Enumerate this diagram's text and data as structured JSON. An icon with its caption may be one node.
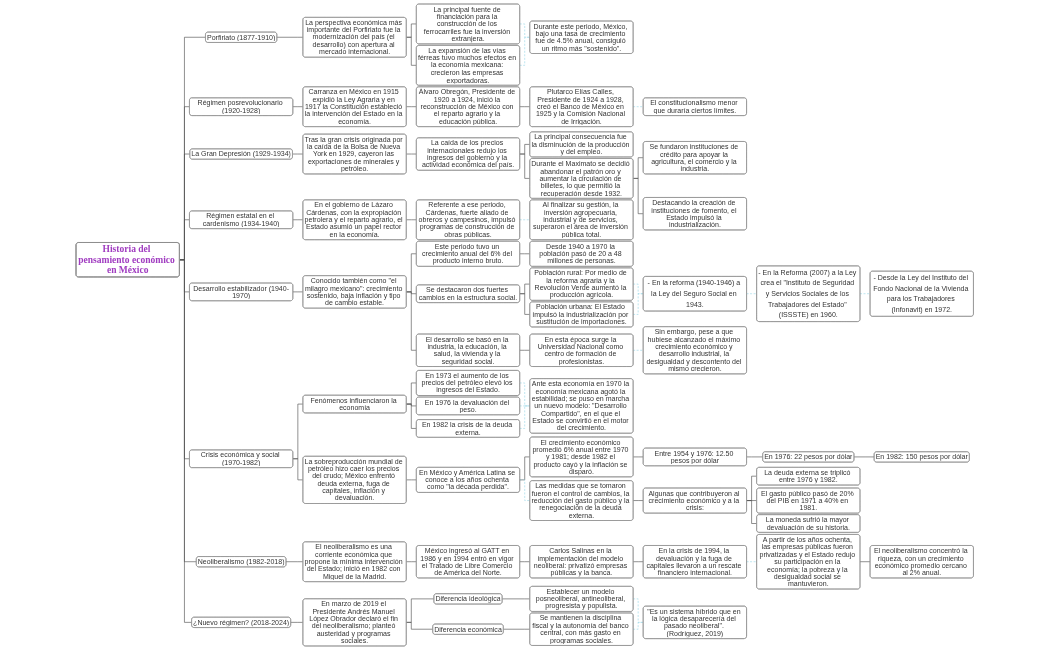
{
  "diagram": {
    "nodes": [
      {
        "text": [
          "Historia del pensamiento económico en México"
        ]
      },
      {
        "text": [
          "Porfiriato (1877-1910)"
        ]
      },
      {
        "text": [
          "La perspectiva económica más importante del Porfiriato fue la modernización del país (el desarrollo) con apertura al mercado internacional."
        ]
      },
      {
        "text": [
          "La principal fuente de financiación para la construcción de los ferrocarriles fue la inversión extranjera."
        ]
      },
      {
        "text": [
          "La expansión de las vías férreas tuvo muchos efectos en la economía mexicana: crecieron las empresas exportadoras."
        ]
      },
      {
        "text": [
          "Durante este periodo, México, bajo una tasa de crecimiento fue de 4.5% anual, consiguió un ritmo más \"sostenido\"."
        ]
      },
      {
        "text": [
          "Régimen posrevolucionario (1920-1928)"
        ]
      },
      {
        "text": [
          "Carranza en México en 1915 expidió la Ley Agraria y en 1917 la Constitución estableció la intervención del Estado en la economía."
        ]
      },
      {
        "text": [
          "Álvaro Obregón, Presidente de 1920 a 1924, inició la reconstrucción de México con el reparto agrario y la educación pública."
        ]
      },
      {
        "text": [
          "Plutarco Elías Calles, Presidente de 1924 a 1928, creó el Banco de México en 1925 y la Comisión Nacional de Irrigación."
        ]
      },
      {
        "text": [
          "El constitucionalismo menor que duraría ciertos límites."
        ]
      },
      {
        "text": [
          "La Gran Depresión (1929-1934)"
        ]
      },
      {
        "text": [
          "Tras la gran crisis originada por la caída de la Bolsa de Nueva York en 1929, cayeron las exportaciones de minerales y petróleo."
        ]
      },
      {
        "text": [
          "La caída de los precios internacionales redujo los ingresos del gobierno y la actividad económica del país."
        ]
      },
      {
        "text": [
          "La principal consecuencia fue la disminución de la producción y del empleo."
        ]
      },
      {
        "text": [
          "Durante el Maximato se decidió abandonar el patrón oro y aumentar la circulación de billetes, lo que permitió la recuperación desde 1932."
        ]
      },
      {
        "text": [
          "Se fundaron instituciones de crédito para apoyar la agricultura, el comercio y la industria."
        ]
      },
      {
        "text": [
          "Destacando la creación de instituciones de fomento, el Estado impulsó la industrialización."
        ]
      },
      {
        "text": [
          "Régimen estatal en el cardenismo (1934-1940)"
        ]
      },
      {
        "text": [
          "En el gobierno de Lázaro Cárdenas, con la expropiación petrolera y el reparto agrario, el Estado asumió un papel rector en la economía."
        ]
      },
      {
        "text": [
          "Referente a ese periodo, Cárdenas, fuerte aliado de obreros y campesinos, impulsó programas de construcción de obras públicas."
        ]
      },
      {
        "text": [
          "Al finalizar su gestión, la inversión agropecuaria, industrial y de servicios, superaron el área de inversión pública total."
        ]
      },
      {
        "text": [
          "Desarrollo estabilizador (1940-1970)"
        ]
      },
      {
        "text": [
          "Conocido también como \"el milagro mexicano\": crecimiento sostenido, baja inflación y tipo de cambio estable."
        ]
      },
      {
        "text": [
          "Este periodo tuvo un crecimiento anual del 6% del producto interno bruto."
        ]
      },
      {
        "text": [
          "Desde 1940 a 1970 la población pasó de 20 a 48 millones de personas."
        ]
      },
      {
        "text": [
          "Se destacaron dos fuertes cambios en la estructura social."
        ]
      },
      {
        "text": [
          "Población rural: Por medio de la reforma agraria y la Revolución Verde aumentó la producción agrícola."
        ]
      },
      {
        "text": [
          "Población urbana: El Estado impulsó la industrialización por sustitución de importaciones."
        ]
      },
      {
        "text": [
          "El desarrollo se basó en la industria, la educación, la salud, la vivienda y la seguridad social."
        ]
      },
      {
        "text": [
          "En esta época surge la Universidad Nacional como centro de formación de profesionistas."
        ]
      },
      {
        "text": [
          "Sin embargo, pese a que hubiese alcanzado el máximo crecimiento económico y desarrollo industrial, la desigualdad y descontento del mismo crecieron."
        ]
      },
      {
        "text": [
          "- En la reforma (1940-1946) a la Ley del Seguro Social en 1943."
        ]
      },
      {
        "text": [
          "- En la Reforma (2007) a la Ley crea el \"Instituto de Seguridad y Servicios Sociales de los Trabajadores del Estado\" (ISSSTE) en 1960."
        ]
      },
      {
        "text": [
          "- Desde la Ley del Instituto del Fondo Nacional de la Vivienda para los Trabajadores (Infonavit) en 1972."
        ]
      },
      {
        "text": [
          "Crisis económica y social (1970-1982)"
        ]
      },
      {
        "text": [
          "Fenómenos influenciaron la economía"
        ]
      },
      {
        "text": [
          "En 1973 el aumento de los precios del petróleo elevó los ingresos del Estado."
        ]
      },
      {
        "text": [
          "En 1976 la devaluación del peso."
        ]
      },
      {
        "text": [
          "En 1982 la crisis de la deuda externa."
        ]
      },
      {
        "text": [
          "La sobreproducción mundial de petróleo hizo caer los precios del crudo; México enfrentó deuda externa, fuga de capitales, inflación y devaluación."
        ]
      },
      {
        "text": [
          "En México y América Latina se conoce a los años ochenta como \"la década perdida\"."
        ]
      },
      {
        "text": [
          "El crecimiento económico promedió 6% anual entre 1970 y 1981; desde 1982 el producto cayó y la inflación se disparó."
        ]
      },
      {
        "text": [
          "Entre 1954 y 1976: 12.50 pesos por dólar"
        ]
      },
      {
        "text": [
          "En 1976: 22 pesos por dólar"
        ]
      },
      {
        "text": [
          "En 1982: 150 pesos por dólar"
        ]
      },
      {
        "text": [
          "Ante esta economía en 1970 la economía mexicana agotó la estabilidad; se puso en marcha un nuevo modelo: \"Desarrollo Compartido\", en el que el Estado se convirtió en el motor del crecimiento."
        ]
      },
      {
        "text": [
          "Las medidas que se tomaron fueron el control de cambios, la reducción del gasto público y la renegociación de la deuda externa."
        ]
      },
      {
        "text": [
          "Algunas que contribuyeron al crecimiento económico y a la crisis:"
        ]
      },
      {
        "text": [
          "La deuda externa se triplicó entre 1976 y 1982."
        ]
      },
      {
        "text": [
          "El gasto público pasó de 20% del PIB en 1971 a 40% en 1981."
        ]
      },
      {
        "text": [
          "La moneda sufrió la mayor devaluación de su historia."
        ]
      },
      {
        "text": [
          "Neoliberalismo (1982-2018)"
        ]
      },
      {
        "text": [
          "El neoliberalismo es una corriente económica que propone la mínima intervención del Estado; inició en 1982 con Miguel de la Madrid."
        ]
      },
      {
        "text": [
          "México ingresó al GATT en 1986 y en 1994 entró en vigor el Tratado de Libre Comercio de América del Norte."
        ]
      },
      {
        "text": [
          "Carlos Salinas en la implementación del modelo neoliberal: privatizó empresas públicas y la banca."
        ]
      },
      {
        "text": [
          "En la crisis de 1994, la devaluación y la fuga de capitales llevaron a un rescate financiero internacional."
        ]
      },
      {
        "text": [
          "A partir de los años ochenta, las empresas públicas fueron privatizadas y el Estado redujo su participación en la economía; la pobreza y la desigualdad social se mantuvieron."
        ]
      },
      {
        "text": [
          "El neoliberalismo concentró la riqueza, con un crecimiento económico promedio cercano al 2% anual."
        ]
      },
      {
        "text": [
          "¿Nuevo régimen? (2018-2024)"
        ]
      },
      {
        "text": [
          "En marzo de 2019 el Presidente Andrés Manuel López Obrador declaró el fin del neoliberalismo; planteó austeridad y programas sociales."
        ]
      },
      {
        "text": [
          "Diferencia ideológica"
        ]
      },
      {
        "text": [
          "Diferencia económica"
        ]
      },
      {
        "text": [
          "Establecer un modelo posneoliberal, antineoliberal, progresista y populista."
        ]
      },
      {
        "text": [
          "Se mantienen la disciplina fiscal y la autonomía del banco central, con más gasto en programas sociales."
        ]
      },
      {
        "text": [
          "\"Es un sistema híbrido que en la lógica desaparecería del pasado neoliberal\". (Rodríguez, 2019)"
        ]
      }
    ],
    "edges": [
      {
        "from": 0,
        "to": 1,
        "arrow": "none"
      },
      {
        "from": 1,
        "to": 2,
        "arrow": "none"
      },
      {
        "from": 2,
        "to": 3,
        "arrow": "none"
      },
      {
        "from": 2,
        "to": 4,
        "arrow": "none"
      },
      {
        "from": 3,
        "to": 5,
        "arrow": "none",
        "style": "dashed",
        "color": "#9ad7e8"
      },
      {
        "from": 4,
        "to": 5,
        "arrow": "none",
        "style": "dashed",
        "color": "#9ad7e8"
      },
      {
        "from": 0,
        "to": 6,
        "arrow": "none"
      },
      {
        "from": 6,
        "to": 7,
        "arrow": "none"
      },
      {
        "from": 7,
        "to": 8,
        "arrow": "none"
      },
      {
        "from": 8,
        "to": 9,
        "arrow": "none"
      },
      {
        "from": 9,
        "to": 10,
        "arrow": "none",
        "style": "dashed",
        "color": "#9ad7e8"
      },
      {
        "from": 0,
        "to": 11,
        "arrow": "none"
      },
      {
        "from": 11,
        "to": 12,
        "arrow": "none"
      },
      {
        "from": 12,
        "to": 13,
        "arrow": "none"
      },
      {
        "from": 13,
        "to": 14,
        "arrow": "none"
      },
      {
        "from": 13,
        "to": 15,
        "arrow": "none"
      },
      {
        "from": 15,
        "to": 16,
        "arrow": "none"
      },
      {
        "from": 15,
        "to": 17,
        "arrow": "none"
      },
      {
        "from": 0,
        "to": 18,
        "arrow": "none"
      },
      {
        "from": 18,
        "to": 19,
        "arrow": "none"
      },
      {
        "from": 19,
        "to": 20,
        "arrow": "none"
      },
      {
        "from": 20,
        "to": 21,
        "arrow": "none",
        "style": "dashed",
        "color": "#9ad7e8"
      },
      {
        "from": 0,
        "to": 22,
        "arrow": "none"
      },
      {
        "from": 22,
        "to": 23,
        "arrow": "none"
      },
      {
        "from": 23,
        "to": 24,
        "arrow": "none"
      },
      {
        "from": 24,
        "to": 25,
        "arrow": "none"
      },
      {
        "from": 23,
        "to": 26,
        "arrow": "none"
      },
      {
        "from": 26,
        "to": 27,
        "arrow": "none"
      },
      {
        "from": 26,
        "to": 28,
        "arrow": "none"
      },
      {
        "from": 23,
        "to": 29,
        "arrow": "none"
      },
      {
        "from": 29,
        "to": 30,
        "arrow": "none"
      },
      {
        "from": 30,
        "to": 31,
        "arrow": "none",
        "style": "dashed",
        "color": "#9ad7e8"
      },
      {
        "from": 27,
        "to": 32,
        "arrow": "none",
        "style": "dashed",
        "color": "#9ad7e8"
      },
      {
        "from": 28,
        "to": 32,
        "arrow": "none",
        "style": "dashed",
        "color": "#9ad7e8"
      },
      {
        "from": 32,
        "to": 33,
        "arrow": "none",
        "style": "dashed",
        "color": "#9ad7e8"
      },
      {
        "from": 33,
        "to": 34,
        "arrow": "none",
        "style": "dashed",
        "color": "#9ad7e8"
      },
      {
        "from": 0,
        "to": 35,
        "arrow": "none"
      },
      {
        "from": 35,
        "to": 36,
        "arrow": "none"
      },
      {
        "from": 36,
        "to": 37,
        "arrow": "none"
      },
      {
        "from": 36,
        "to": 38,
        "arrow": "none"
      },
      {
        "from": 36,
        "to": 39,
        "arrow": "none"
      },
      {
        "from": 35,
        "to": 40,
        "arrow": "none"
      },
      {
        "from": 40,
        "to": 41,
        "arrow": "none"
      },
      {
        "from": 41,
        "to": 42,
        "arrow": "none"
      },
      {
        "from": 42,
        "to": 43,
        "arrow": "none"
      },
      {
        "from": 43,
        "to": 44,
        "arrow": "none"
      },
      {
        "from": 44,
        "to": 45,
        "arrow": "none"
      },
      {
        "from": 37,
        "to": 46,
        "arrow": "none",
        "style": "dashed",
        "color": "#9ad7e8"
      },
      {
        "from": 38,
        "to": 46,
        "arrow": "none",
        "style": "dashed",
        "color": "#9ad7e8"
      },
      {
        "from": 39,
        "to": 46,
        "arrow": "none",
        "style": "dashed",
        "color": "#9ad7e8"
      },
      {
        "from": 41,
        "to": 47,
        "arrow": "none",
        "style": "dashed",
        "color": "#9ad7e8"
      },
      {
        "from": 47,
        "to": 48,
        "arrow": "none"
      },
      {
        "from": 48,
        "to": 49,
        "arrow": "none"
      },
      {
        "from": 48,
        "to": 50,
        "arrow": "none"
      },
      {
        "from": 48,
        "to": 51,
        "arrow": "none"
      },
      {
        "from": 0,
        "to": 52,
        "arrow": "none"
      },
      {
        "from": 52,
        "to": 53,
        "arrow": "none"
      },
      {
        "from": 53,
        "to": 54,
        "arrow": "none"
      },
      {
        "from": 54,
        "to": 55,
        "arrow": "none"
      },
      {
        "from": 55,
        "to": 56,
        "arrow": "none"
      },
      {
        "from": 56,
        "to": 57,
        "arrow": "none",
        "style": "dashed",
        "color": "#9ad7e8"
      },
      {
        "from": 57,
        "to": 58,
        "arrow": "none"
      },
      {
        "from": 0,
        "to": 59,
        "arrow": "none"
      },
      {
        "from": 59,
        "to": 60,
        "arrow": "none"
      },
      {
        "from": 60,
        "to": 61,
        "arrow": "none"
      },
      {
        "from": 60,
        "to": 62,
        "arrow": "none"
      },
      {
        "from": 61,
        "to": 63,
        "arrow": "none"
      },
      {
        "from": 62,
        "to": 64,
        "arrow": "none"
      },
      {
        "from": 63,
        "to": 65,
        "arrow": "none",
        "style": "dashed",
        "color": "#9ad7e8"
      },
      {
        "from": 64,
        "to": 65,
        "arrow": "none",
        "style": "dashed",
        "color": "#9ad7e8"
      }
    ]
  }
}
